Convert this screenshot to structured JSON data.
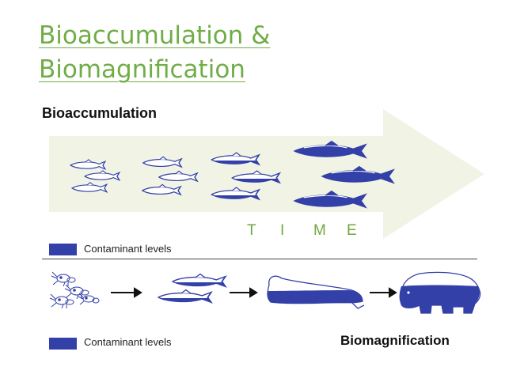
{
  "slide": {
    "title_line1": "Bioaccumulation &",
    "title_line2": "Biomagnification"
  },
  "bioaccumulation": {
    "heading": "Bioaccumulation",
    "time_letters": [
      "T",
      "I",
      "M",
      "E"
    ],
    "legend_label": "Contaminant levels"
  },
  "biomagnification": {
    "heading": "Biomagnification",
    "legend_label": "Contaminant levels",
    "chain": [
      "zooplankton-icon",
      "fish-icon",
      "seal-icon",
      "polar-bear-icon"
    ]
  },
  "colors": {
    "title": "#70ad47",
    "arrow_fill": "#f1f4e4",
    "contaminant": "#3340a8",
    "time_text": "#6fa83b",
    "ink": "#111111"
  }
}
